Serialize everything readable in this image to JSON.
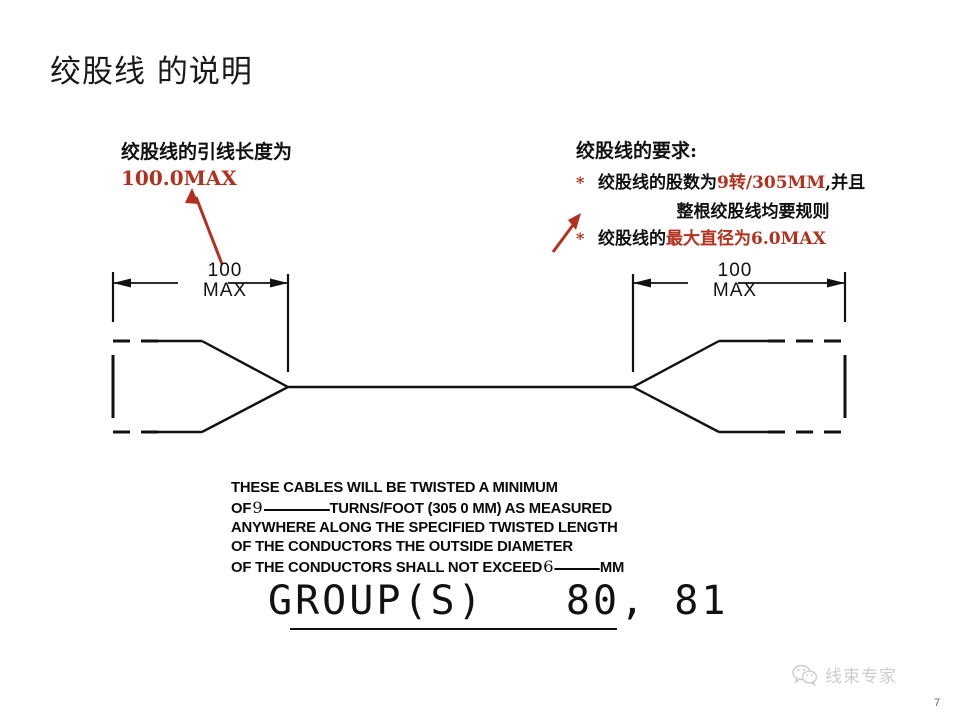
{
  "title": "绞股线 的说明",
  "colors": {
    "red_accent": "#b3301f",
    "line_black": "#111111",
    "background": "#ffffff"
  },
  "left_annotation": {
    "text": "绞股线的引线长度为",
    "value": "100.0MAX"
  },
  "right_annotation": {
    "heading": "绞股线的要求:",
    "bullets": [
      {
        "marker": "*",
        "prefix": "绞股线的股数为",
        "highlight": "9转/305MM",
        "suffix": ",并且",
        "continuation": "整根绞股线均要规则"
      },
      {
        "marker": "*",
        "prefix": "绞股线的",
        "highlight": "最大直径为6.0MAX",
        "suffix": "",
        "continuation": ""
      }
    ]
  },
  "drawing": {
    "dimension_left": {
      "value": "100",
      "qualifier": "MAX"
    },
    "dimension_right": {
      "value": "100",
      "qualifier": "MAX"
    }
  },
  "note_block": {
    "line1": "THESE CABLES WILL BE TWISTED A MINIMUM",
    "line2_prefix": "OF",
    "line2_value": "9",
    "line2_suffix": "TURNS/FOOT (305 0 MM) AS MEASURED",
    "line3": "ANYWHERE ALONG THE SPECIFIED TWISTED LENGTH",
    "line4": "OF THE CONDUCTORS  THE OUTSIDE DIAMETER",
    "line5_prefix": "OF THE CONDUCTORS SHALL NOT EXCEED",
    "line5_value": "6",
    "line5_suffix": "MM"
  },
  "group_label": "GROUP(S)   80, 81",
  "watermark": {
    "icon": "wechat-icon",
    "text": "线束专家"
  },
  "page_number": "7"
}
